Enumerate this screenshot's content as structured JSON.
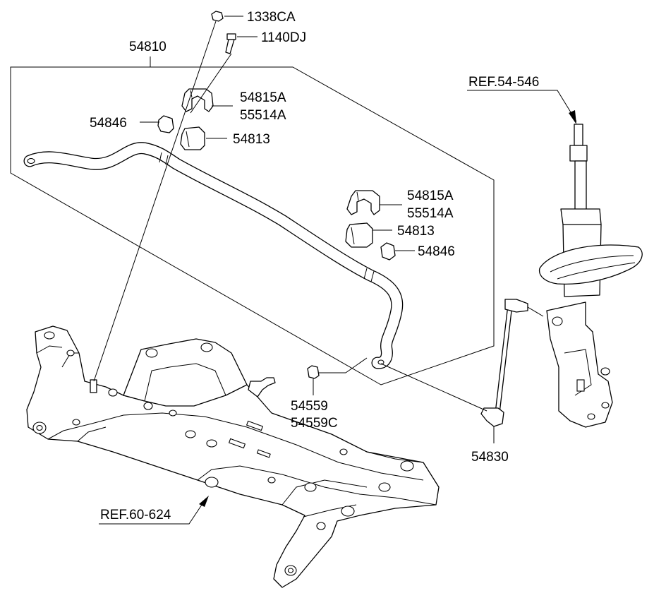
{
  "labels": {
    "p1338CA": "1338CA",
    "p1140DJ": "1140DJ",
    "p54810": "54810",
    "p54815A_top": "54815A",
    "p55514A_top": "55514A",
    "p54846_top": "54846",
    "p54813_top": "54813",
    "p54815A_mid": "54815A",
    "p55514A_mid": "55514A",
    "p54813_mid": "54813",
    "p54846_mid": "54846",
    "p54559": "54559",
    "p54559C": "54559C",
    "p54830": "54830",
    "ref_strut": "REF.54-546",
    "ref_subframe": "REF.60-624"
  }
}
